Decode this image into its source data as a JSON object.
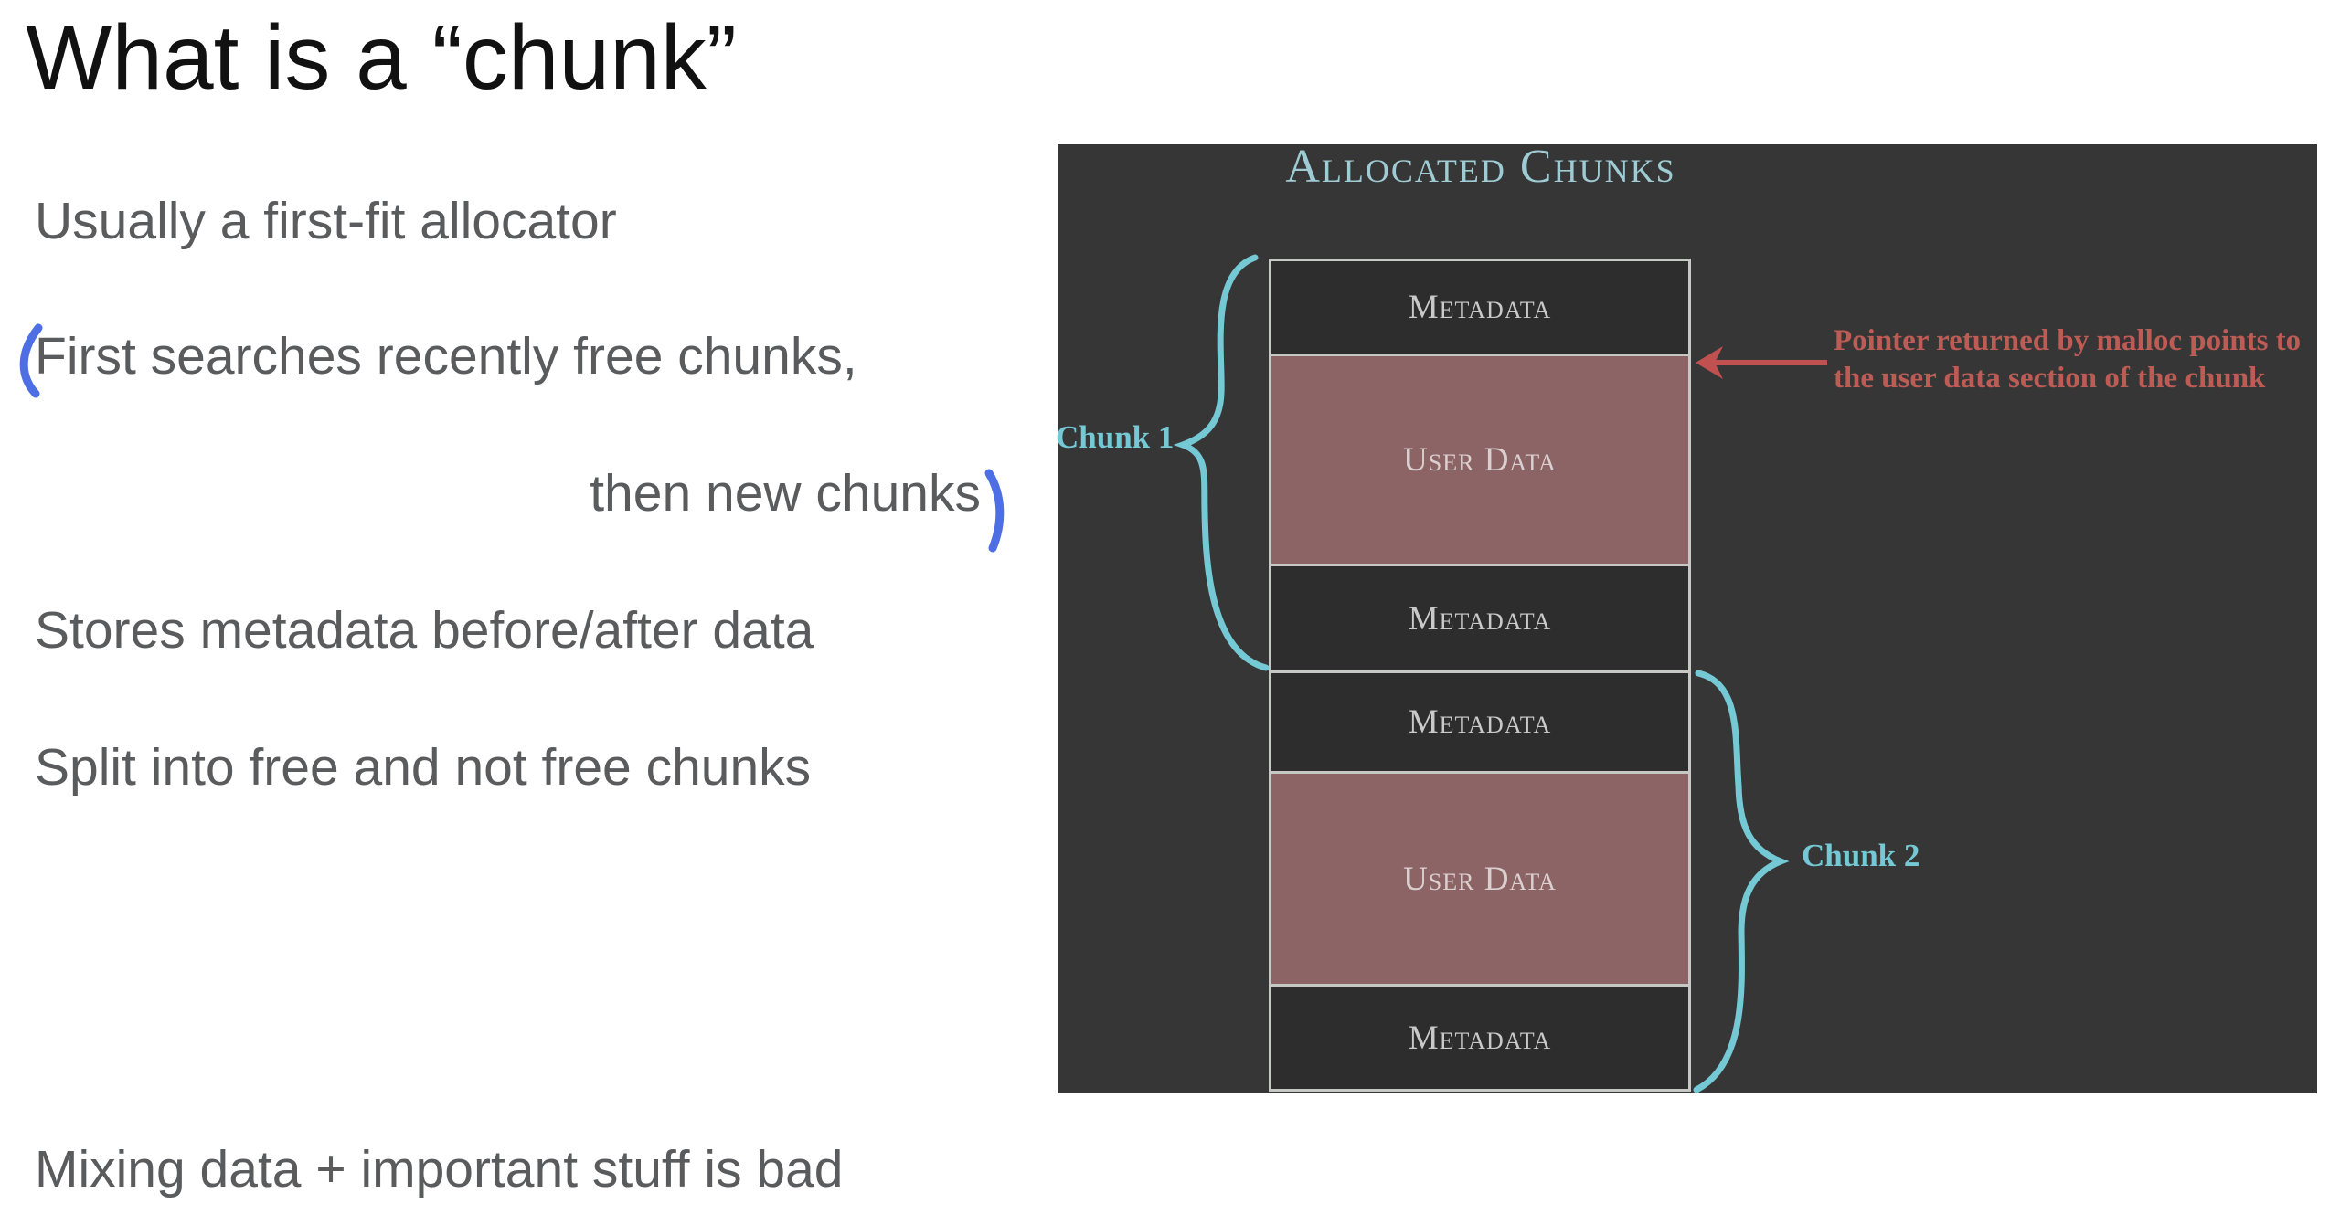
{
  "slide": {
    "title": "What is a “chunk”",
    "bullets": {
      "line1": "Usually a first-fit allocator",
      "line2": "First searches recently free chunks,",
      "line3": "then new chunks",
      "line4": "Stores metadata before/after data",
      "line5": "Split into free and not free chunks",
      "line6": "Mixing data + important stuff is bad"
    },
    "annotations": {
      "open_paren": "(",
      "close_paren": ")",
      "pen_color": "#4d6fe3"
    },
    "colors": {
      "title_text": "#111111",
      "body_text": "#5a5b5d",
      "background": "#ffffff"
    }
  },
  "diagram": {
    "title": "Allocated Chunks",
    "boxes": [
      {
        "label": "Metadata",
        "type": "metadata"
      },
      {
        "label": "User Data",
        "type": "user-data"
      },
      {
        "label": "Metadata",
        "type": "metadata"
      },
      {
        "label": "Metadata",
        "type": "metadata"
      },
      {
        "label": "User Data",
        "type": "user-data"
      },
      {
        "label": "Metadata",
        "type": "metadata"
      }
    ],
    "chunk1": {
      "label": "Chunk 1",
      "spans_boxes": "Metadata + User Data + Metadata"
    },
    "chunk2": {
      "label": "Chunk 2",
      "spans_boxes": "Metadata + User Data + Metadata"
    },
    "pointer_note": {
      "line1": "Pointer returned by malloc points to",
      "line2": "the user data section of the chunk"
    },
    "colors": {
      "background": "#363636",
      "metadata_fill": "#2d2d2d",
      "user_data_fill": "#8d6466",
      "box_border": "#c6c8c6",
      "teal_accent": "#74c9d4",
      "title_teal": "#9fccd4",
      "red_accent": "#bd5b55"
    }
  }
}
